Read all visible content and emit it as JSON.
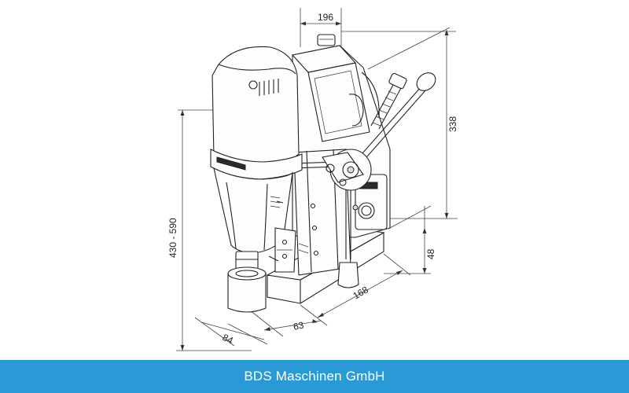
{
  "dimensions": {
    "top_width": "196",
    "height_column": "338",
    "total_height": "430 - 590",
    "magnet_height": "48",
    "base_length": "168",
    "base_width": "63",
    "spindle_offset": "84"
  },
  "footer": {
    "company": "BDS Maschinen GmbH"
  },
  "colors": {
    "footer_background": "#2a9ad6",
    "footer_text": "#ffffff",
    "line_color": "#222222"
  }
}
